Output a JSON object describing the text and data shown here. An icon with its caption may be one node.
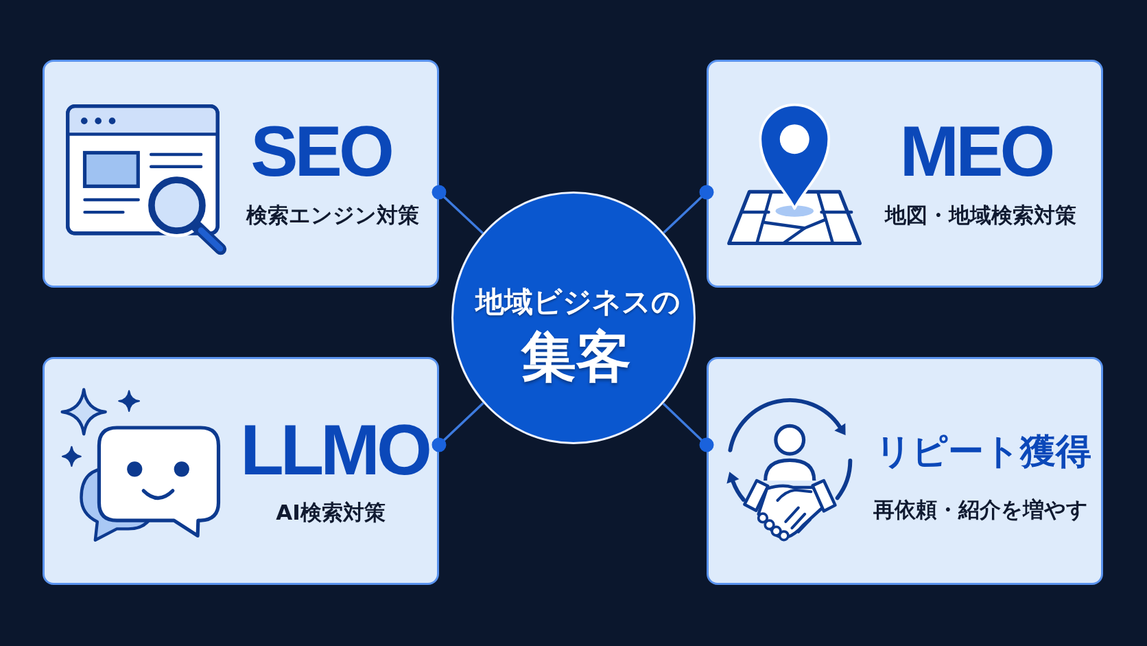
{
  "diagram": {
    "nodes": [
      {
        "text": [
          "SEO",
          "検索エンジン対策"
        ]
      },
      {
        "text": [
          "MEO",
          "地図・地域検索対策"
        ]
      },
      {
        "text": [
          "地域ビジネスの",
          "集客"
        ]
      },
      {
        "text": [
          "LLMO",
          "AI検索対策"
        ]
      },
      {
        "text": [
          "リピート獲得",
          "再依頼・紹介を増やす"
        ]
      }
    ],
    "edges": [
      {
        "from": 2,
        "to": 0,
        "arrow": "other"
      },
      {
        "from": 2,
        "to": 1,
        "arrow": "other"
      },
      {
        "from": 2,
        "to": 3,
        "arrow": "other"
      },
      {
        "from": 2,
        "to": 4,
        "arrow": "other"
      }
    ]
  }
}
